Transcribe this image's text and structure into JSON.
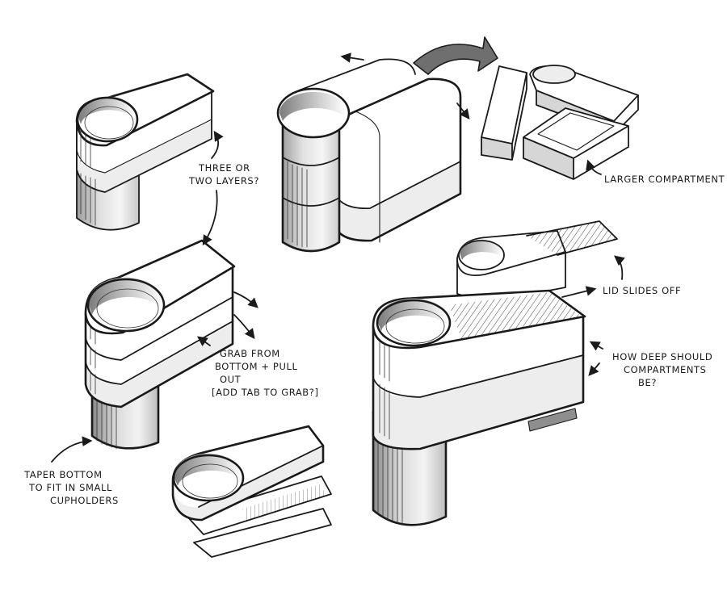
{
  "annotations": {
    "layers_line1": "THREE OR",
    "layers_line2": "TWO LAYERS?",
    "larger_compartment": "LARGER COMPARTMENT",
    "grab_line1": "GRAB FROM",
    "grab_line2": "BOTTOM + PULL",
    "grab_line3": "OUT",
    "grab_line4": "[ADD TAB TO GRAB?]",
    "lid_slides": "LID SLIDES OFF",
    "deep_line1": "HOW DEEP SHOULD",
    "deep_line2": "COMPARTMENTS",
    "deep_line3": "BE?",
    "taper_line1": "TAPER BOTTOM",
    "taper_line2": "TO FIT IN SMALL",
    "taper_line3": "CUPHOLDERS"
  },
  "colors": {
    "ink": "#1a1a1a",
    "paper": "#ffffff",
    "shade_dark": "#8e8e8e"
  }
}
